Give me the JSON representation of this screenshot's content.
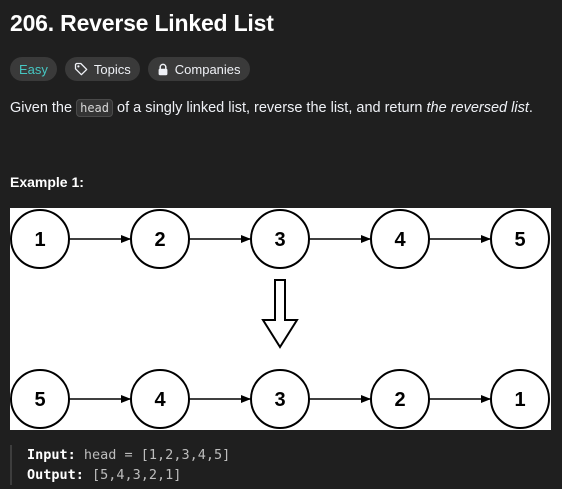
{
  "problem": {
    "title": "206. Reverse Linked List",
    "difficulty": "Easy",
    "topics_label": "Topics",
    "companies_label": "Companies"
  },
  "description": {
    "pre": "Given the ",
    "code": "head",
    "mid": " of a singly linked list, reverse the list, and return ",
    "em": "the reversed list",
    "post": "."
  },
  "example": {
    "title": "Example 1:",
    "input_label": "Input:",
    "input_value": " head = [1,2,3,4,5]",
    "output_label": "Output:",
    "output_value": " [5,4,3,2,1]"
  },
  "diagram": {
    "top_nodes": [
      "1",
      "2",
      "3",
      "4",
      "5"
    ],
    "bottom_nodes": [
      "5",
      "4",
      "3",
      "2",
      "1"
    ]
  },
  "colors": {
    "easy": "#46c6c2",
    "background": "#1f1f1f",
    "tag_background": "#3a3a3a"
  },
  "icons": {
    "topics": "tag-icon",
    "companies": "lock-icon",
    "transform": "down-arrow-icon"
  }
}
